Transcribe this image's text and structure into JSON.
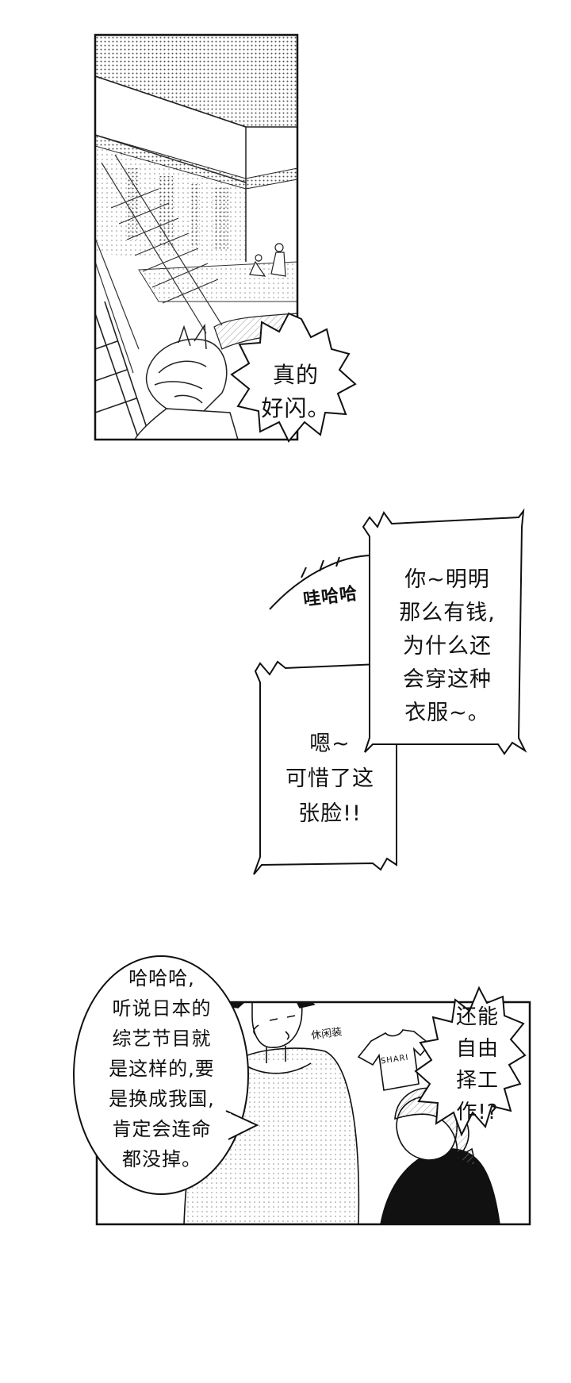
{
  "panels": [
    {
      "id": "panel-1",
      "speech": "真的\n好闪。"
    },
    {
      "id": "panel-2",
      "sfx": "哇哈哈",
      "speech_a": "你~明明\n那么有钱,\n为什么还\n会穿这种\n衣服~。",
      "speech_b": "嗯~\n可惜了这\n张脸!!"
    },
    {
      "id": "panel-3",
      "speech_left": "哈哈哈,\n听说日本的\n综艺节目就\n是这样的,要\n是换成我国,\n肯定会连命\n都没掉。",
      "speech_right": "还能\n自由\n择工\n作!?",
      "shirt_note": "休闲装",
      "shirt_print": "SHARI"
    }
  ]
}
